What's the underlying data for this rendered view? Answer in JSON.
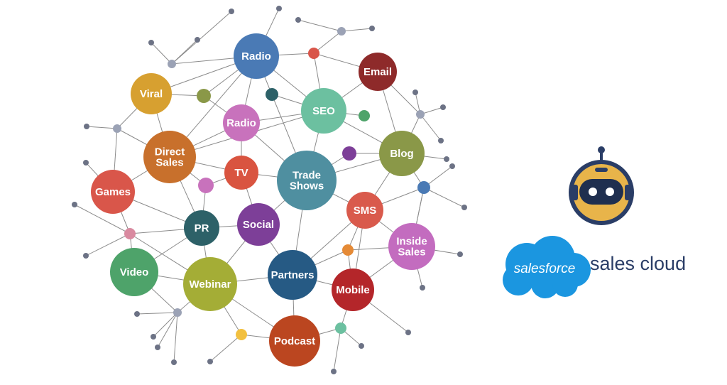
{
  "diagram": {
    "nodes": [
      {
        "id": "radio-top",
        "label": "Radio",
        "color": "#4a7ab5"
      },
      {
        "id": "email",
        "label": "Email",
        "color": "#8e2a2a"
      },
      {
        "id": "viral",
        "label": "Viral",
        "color": "#d7a030"
      },
      {
        "id": "seo",
        "label": "SEO",
        "color": "#6cc0a0"
      },
      {
        "id": "radio-mid",
        "label": "Radio",
        "color": "#c872bc"
      },
      {
        "id": "blog",
        "label": "Blog",
        "color": "#8a9848"
      },
      {
        "id": "direct-sales",
        "label": "Direct\nSales",
        "color": "#c8702c"
      },
      {
        "id": "tv",
        "label": "TV",
        "color": "#d95440"
      },
      {
        "id": "trade-shows",
        "label": "Trade\nShows",
        "color": "#4f8fa0"
      },
      {
        "id": "games",
        "label": "Games",
        "color": "#d9564a"
      },
      {
        "id": "sms",
        "label": "SMS",
        "color": "#d95a4c"
      },
      {
        "id": "pr",
        "label": "PR",
        "color": "#2d6168"
      },
      {
        "id": "social",
        "label": "Social",
        "color": "#7d3f98"
      },
      {
        "id": "inside-sales",
        "label": "Inside\nSales",
        "color": "#c36cbf"
      },
      {
        "id": "video",
        "label": "Video",
        "color": "#4ea36a"
      },
      {
        "id": "webinar",
        "label": "Webinar",
        "color": "#a4ad36"
      },
      {
        "id": "partners",
        "label": "Partners",
        "color": "#265a84"
      },
      {
        "id": "mobile",
        "label": "Mobile",
        "color": "#b4262a"
      },
      {
        "id": "podcast",
        "label": "Podcast",
        "color": "#bb4620"
      }
    ]
  },
  "brand": {
    "logo_word": "salesforce",
    "product_name": "sales cloud",
    "cloud_color": "#1b96e0",
    "text_color": "#2a3d66",
    "mascot_colors": {
      "face": "#e8b44a",
      "visor": "#1f2f4f",
      "outline": "#2a3d66"
    }
  }
}
